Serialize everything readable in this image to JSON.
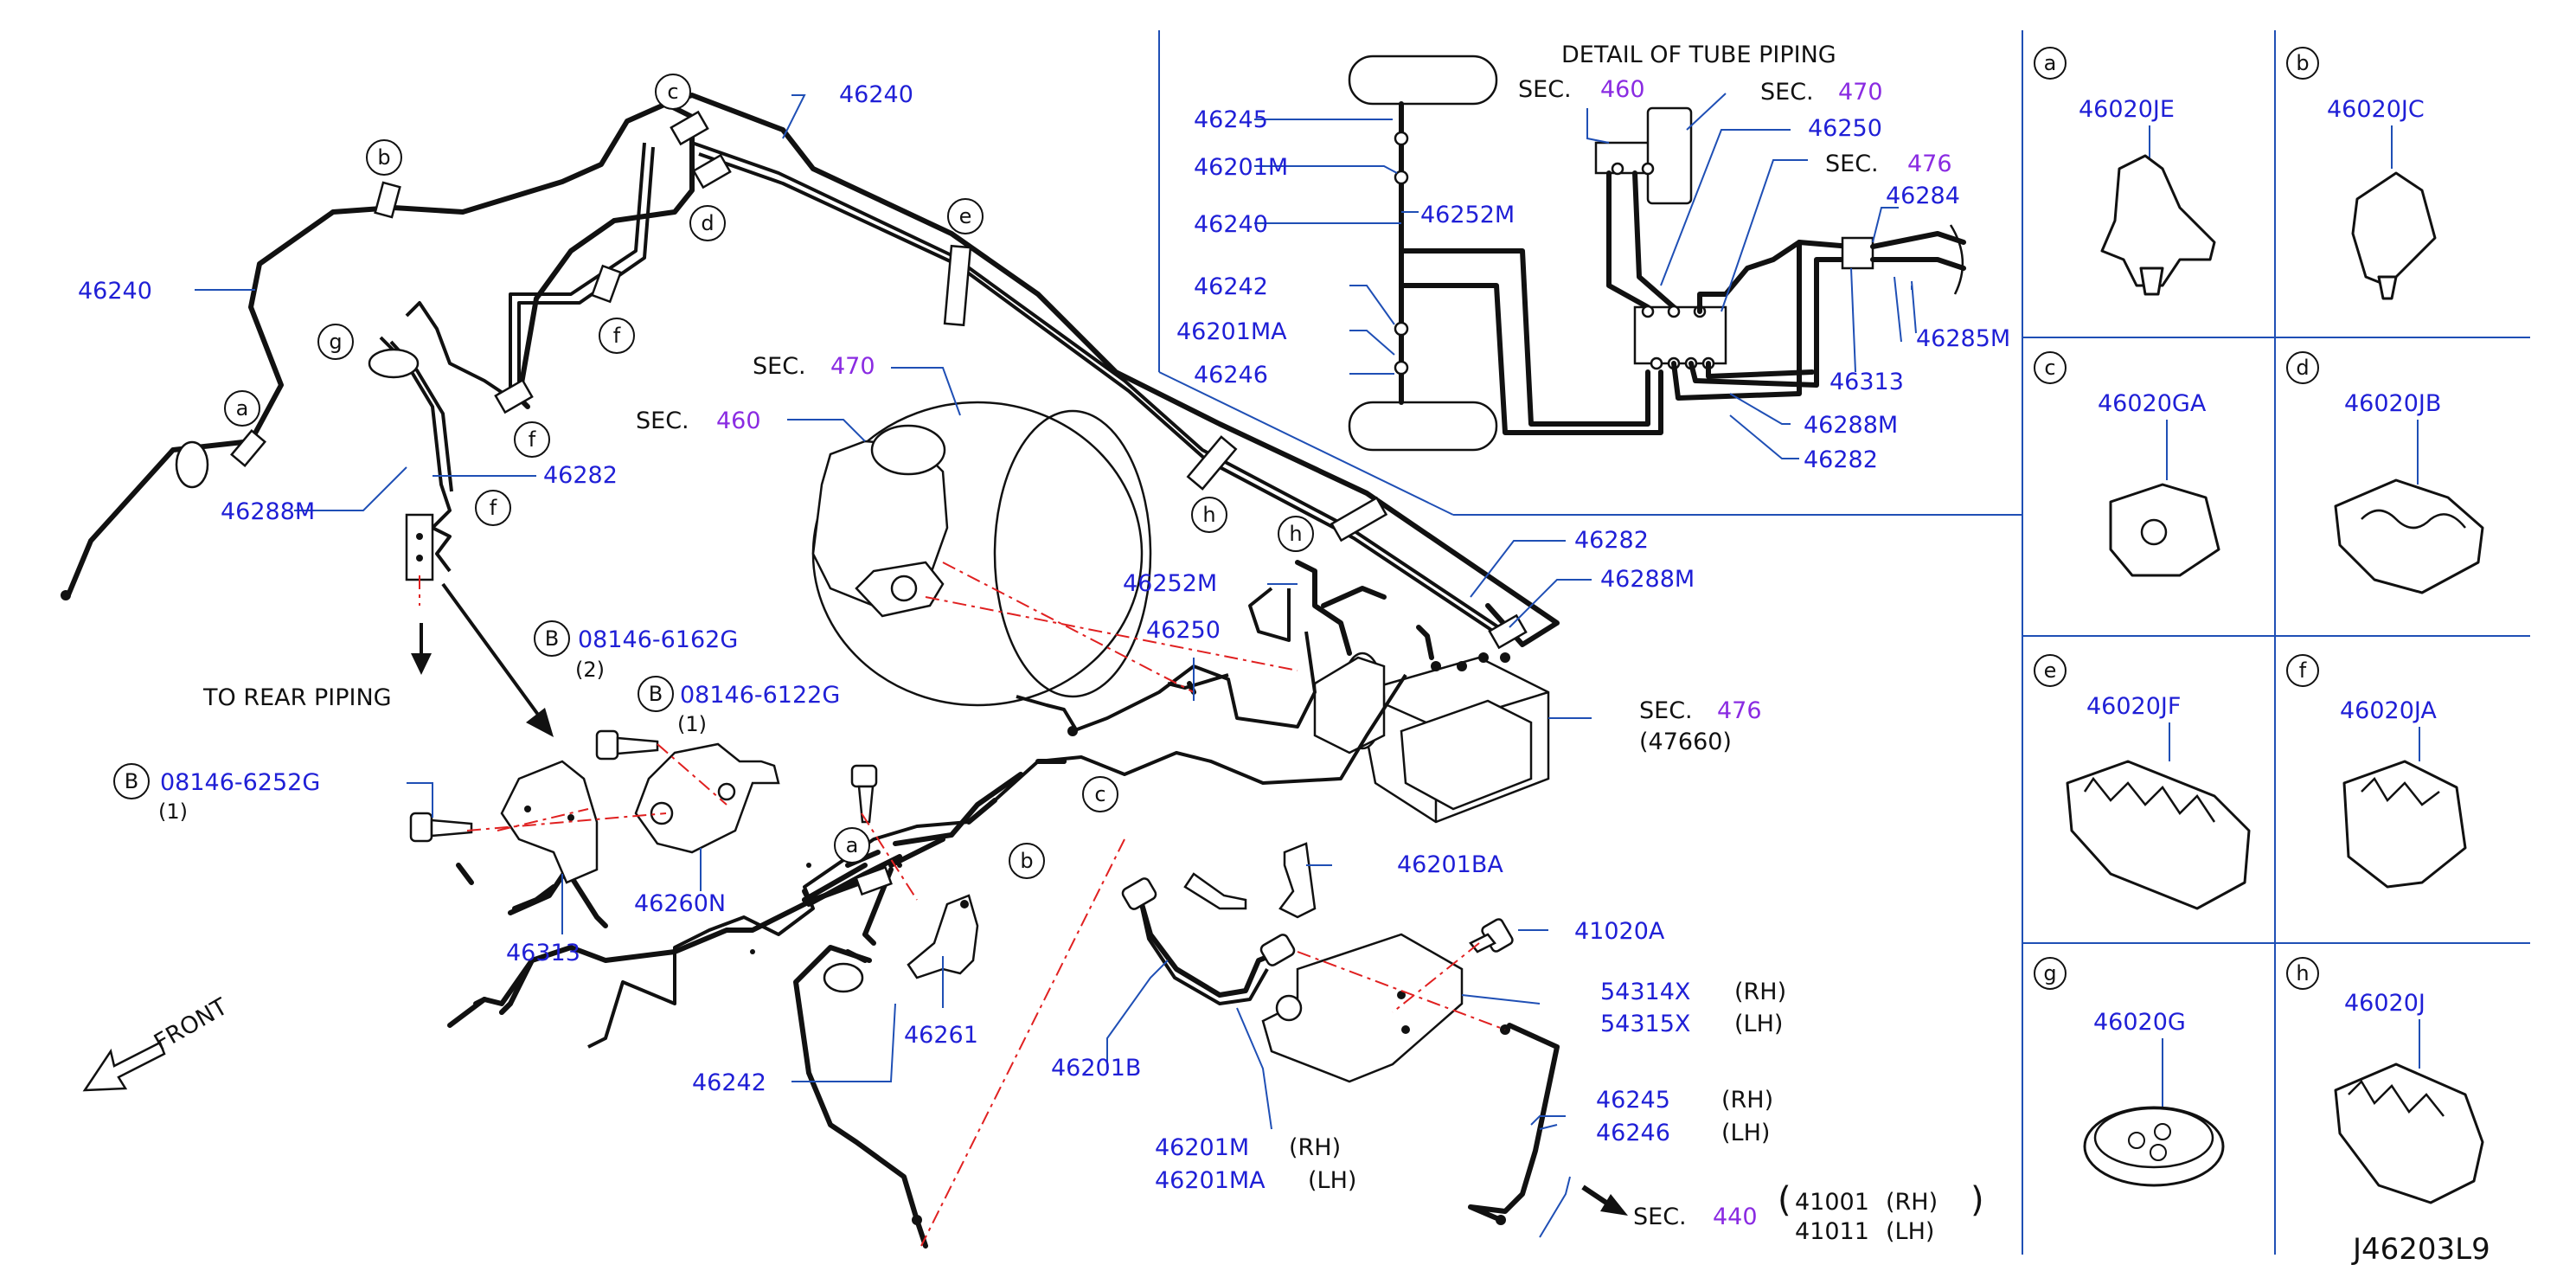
{
  "diagram": {
    "ref_code": "J46203L9",
    "detail_title": "DETAIL   OF   TUBE   PIPING",
    "to_rear_label": "TO   REAR     PIPING",
    "front_label": "FRONT",
    "sec_word": "SEC.",
    "sec_numbers": {
      "s460": "460",
      "s470": "470",
      "s476": "476",
      "s440": "440"
    },
    "part_47660": "(47660)",
    "side_rh": "(RH)",
    "side_lh": "(LH)",
    "bolts": [
      {
        "marker": "B",
        "part": "08146-6162G",
        "qty": "(2)"
      },
      {
        "marker": "B",
        "part": "08146-6122G",
        "qty": "(1)"
      },
      {
        "marker": "B",
        "part": "08146-6252G",
        "qty": "(1)"
      }
    ],
    "part_numbers": {
      "p46240": "46240",
      "p46288M": "46288M",
      "p46282": "46282",
      "p46313": "46313",
      "p46260N": "46260N",
      "p46242": "46242",
      "p46261": "46261",
      "p46201B": "46201B",
      "p46201BA": "46201BA",
      "p41020A": "41020A",
      "p54314X": "54314X",
      "p54315X": "54315X",
      "p46245": "46245",
      "p46246": "46246",
      "p46201M": "46201M",
      "p46201MA": "46201MA",
      "p41001": "41001",
      "p41011": "41011",
      "p46252M": "46252M",
      "p46250": "46250",
      "p46242d": "46242",
      "p46284": "46284",
      "p46285M": "46285M"
    },
    "clip_letters": [
      "a",
      "b",
      "c",
      "d",
      "e",
      "f",
      "g",
      "h"
    ],
    "clip_panels": [
      {
        "letter": "a",
        "part": "46020JE"
      },
      {
        "letter": "b",
        "part": "46020JC"
      },
      {
        "letter": "c",
        "part": "46020GA"
      },
      {
        "letter": "d",
        "part": "46020JB"
      },
      {
        "letter": "e",
        "part": "46020JF"
      },
      {
        "letter": "f",
        "part": "46020JA"
      },
      {
        "letter": "g",
        "part": "46020G"
      },
      {
        "letter": "h",
        "part": "46020J"
      }
    ]
  }
}
